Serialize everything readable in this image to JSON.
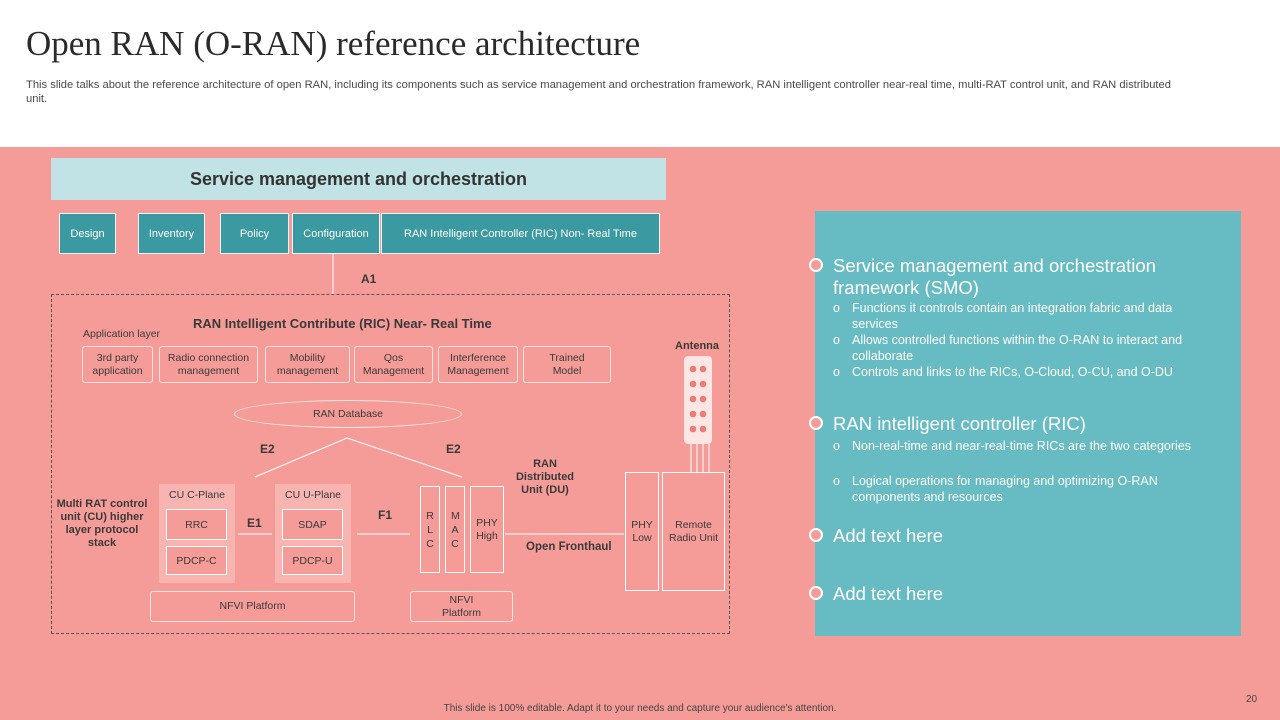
{
  "slide": {
    "title": "Open RAN (O-RAN) reference architecture",
    "subtitle": "This slide talks about the reference architecture of open RAN, including its components such as service management and orchestration framework, RAN intelligent controller near-real time, multi-RAT control unit, and RAN distributed unit.",
    "footer": "This slide is 100% editable. Adapt it to your needs and capture your audience's attention.",
    "page_number": "20"
  },
  "diagram": {
    "smo_title": "Service management and orchestration",
    "smo_items": [
      "Design",
      "Inventory",
      "Policy",
      "Configuration",
      "RAN Intelligent Controller (RIC) Non- Real Time"
    ],
    "a1": "A1",
    "ric_title": "RAN Intelligent Contribute (RIC) Near- Real Time",
    "app_layer": "Application layer",
    "apps": [
      "3rd party application",
      "Radio connection management",
      "Mobility management",
      "Qos Management",
      "Interference Management",
      "Trained Model"
    ],
    "ran_db": "RAN Database",
    "e2_left": "E2",
    "e2_right": "E2",
    "multi_rat": "Multi RAT control unit (CU) higher layer protocol stack",
    "cu_c_plane": "CU C-Plane",
    "rrc": "RRC",
    "pdcp_c": "PDCP-C",
    "e1": "E1",
    "cu_u_plane": "CU U-Plane",
    "sdap": "SDAP",
    "pdcp_u": "PDCP-U",
    "f1": "F1",
    "rlc": "R L C",
    "mac": "M A C",
    "phy_high": "PHY High",
    "ran_du": "RAN Distributed Unit (DU)",
    "open_fronthaul": "Open Fronthaul",
    "antenna": "Antenna",
    "phy_low": "PHY Low",
    "remote_radio": "Remote Radio Unit",
    "nfvi_left": "NFVI Platform",
    "nfvi_right": "NFVI Platform"
  },
  "panel": {
    "sections": [
      {
        "title": "Service management and orchestration framework (SMO)",
        "bullets": [
          "Functions it controls contain an integration fabric and data services",
          "Allows controlled functions within the O-RAN to interact and collaborate",
          "Controls and links to the RICs, O-Cloud, O-CU, and O-DU"
        ]
      },
      {
        "title": "RAN intelligent controller (RIC)",
        "bullets": [
          "Non-real-time and near-real-time RICs are the two categories",
          "Logical operations for managing and optimizing O-RAN components and resources"
        ]
      },
      {
        "title": "Add text here",
        "bullets": []
      },
      {
        "title": "Add text here",
        "bullets": []
      }
    ]
  },
  "colors": {
    "band": "#f59c98",
    "teal_box": "#3b9aa1",
    "panel": "#67bcc4",
    "smo_bar": "#c2e3e6"
  }
}
